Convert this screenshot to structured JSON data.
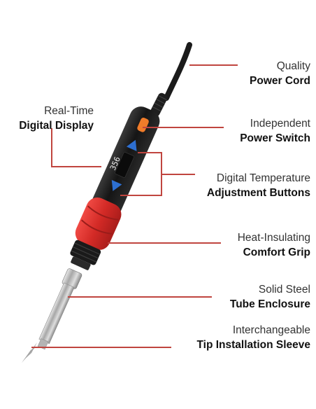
{
  "callouts": {
    "power_cord": {
      "line1": "Quality",
      "line2": "Power Cord"
    },
    "display": {
      "line1": "Real-Time",
      "line2": "Digital Display"
    },
    "switch": {
      "line1": "Independent",
      "line2": "Power Switch"
    },
    "temp_buttons": {
      "line1": "Digital Temperature",
      "line2": "Adjustment Buttons"
    },
    "grip": {
      "line1": "Heat-Insulating",
      "line2": "Comfort Grip"
    },
    "tube": {
      "line1": "Solid Steel",
      "line2": "Tube Enclosure"
    },
    "tip": {
      "line1": "Interchangeable",
      "line2": "Tip Installation Sleeve"
    }
  },
  "display_readout": "356",
  "colors": {
    "accent": "#c0453f",
    "grip": "#d9302e",
    "body": "#1a1a1a",
    "switch": "#f07c2a",
    "buttons": "#2d6fd1"
  }
}
